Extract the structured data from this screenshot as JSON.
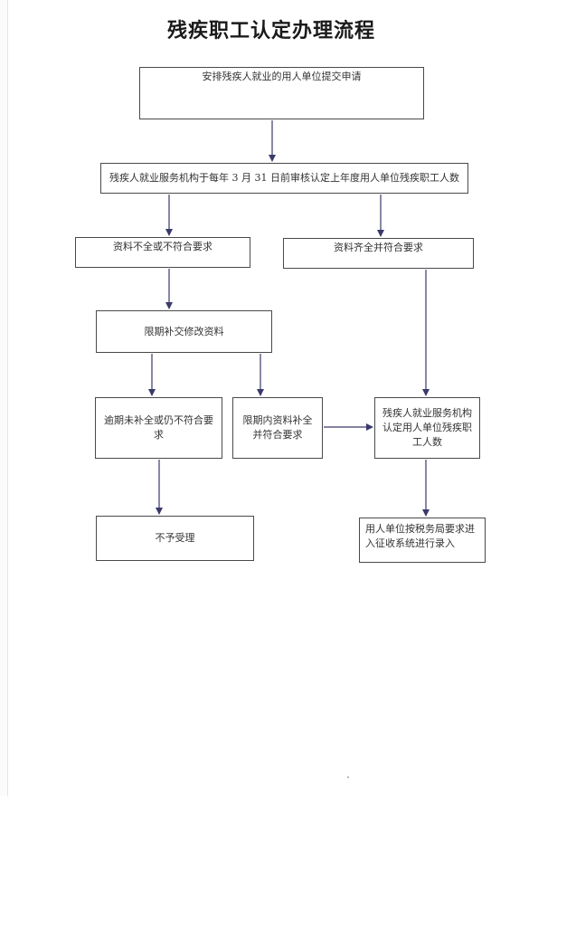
{
  "title": "残疾职工认定办理流程",
  "nodes": {
    "submit": "安排残疾人就业的用人单位提交申请",
    "review": "残疾人就业服务机构于每年 3 月 31 日前审核认定上年度用人单位残疾职工人数",
    "incomplete": "资料不全或不符合要求",
    "complete": "资料齐全并符合要求",
    "supplement": "限期补交修改资料",
    "overdue": "逾期未补全或仍不符合要求",
    "supplemented_ok": "限期内资料补全并符合要求",
    "recognized": "残疾人就业服务机构认定用人单位残疾职工人数",
    "rejected": "不予受理",
    "tax_entry": "用人单位按税务局要求进入征收系统进行录入"
  }
}
